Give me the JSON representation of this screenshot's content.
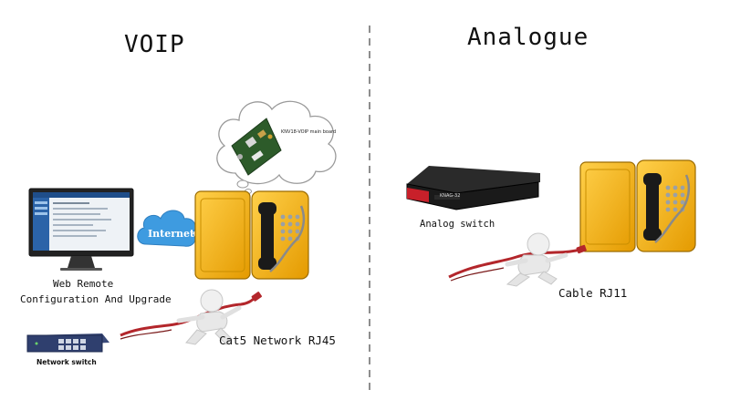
{
  "sections": {
    "voip": {
      "title": "VOIP",
      "cloud_caption": "KNV18-VOIP main board",
      "internet_label": "Internet",
      "pc_label_line1": "Web Remote",
      "pc_label_line2": "Configuration And Upgrade",
      "switch_label": "Network switch",
      "cable_label": "Cat5 Network RJ45"
    },
    "analogue": {
      "title": "Analogue",
      "switch_device_text": "KNAG-32",
      "switch_label": "Analog switch",
      "cable_label": "Cable RJ11"
    }
  },
  "colors": {
    "phone_yellow": "#f2b21a",
    "cable_red": "#b3262b",
    "cloud_blue": "#3e9be0",
    "divider": "#444444"
  }
}
